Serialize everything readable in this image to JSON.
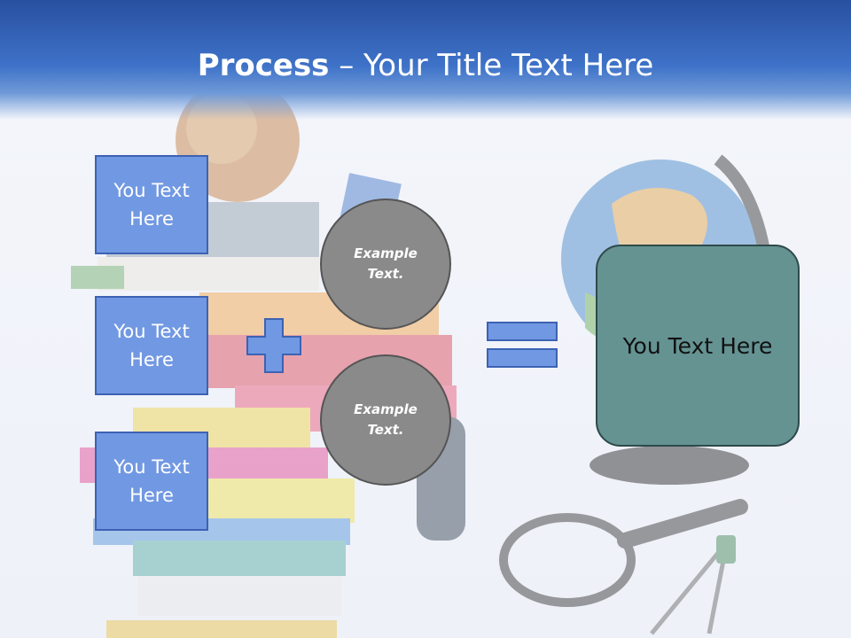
{
  "slide": {
    "title_bold": "Process",
    "title_rest": " – Your Title Text Here",
    "inputs": [
      {
        "label": "You Text Here"
      },
      {
        "label": "You Text Here"
      },
      {
        "label": "You Text Here"
      }
    ],
    "circles": [
      {
        "label": "Example Text."
      },
      {
        "label": "Example Text."
      }
    ],
    "result": {
      "label": "You Text Here"
    }
  },
  "colors": {
    "header_blue": "#3e72c8",
    "box_fill": "#7198e2",
    "circle_fill": "#8a8a8a",
    "result_fill": "#649392"
  },
  "icons": [
    "plus-icon",
    "equals-icon"
  ]
}
